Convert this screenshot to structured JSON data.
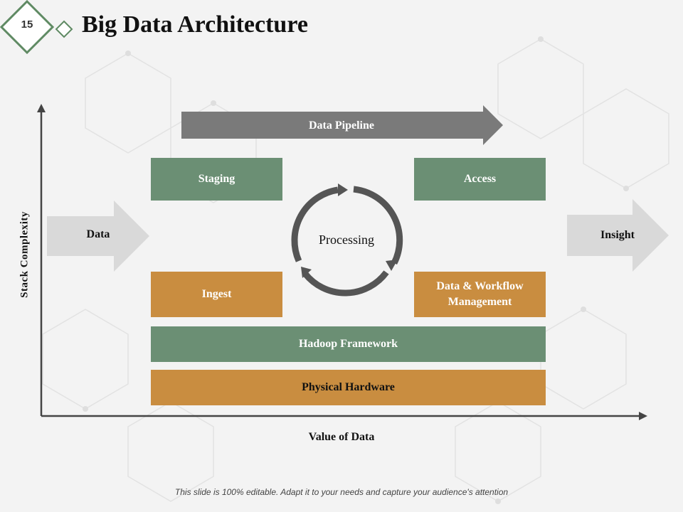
{
  "slide": {
    "number": "15",
    "title": "Big Data Architecture",
    "footer": "This slide is 100% editable. Adapt it to your needs and capture your audience's attention"
  },
  "diagram": {
    "pipeline_label": "Data Pipeline",
    "input_label": "Data",
    "output_label": "Insight",
    "staging_label": "Staging",
    "access_label": "Access",
    "ingest_label": "Ingest",
    "workflow_label": "Data & Workflow Management",
    "processing_label": "Processing",
    "hadoop_label": "Hadoop Framework",
    "hardware_label": "Physical Hardware",
    "y_axis_label": "Stack Complexity",
    "x_axis_label": "Value of Data"
  },
  "colors": {
    "green": "#6b8f74",
    "orange": "#c98d40",
    "pipeline_gray": "#7a7a7a",
    "side_arrow_gray": "#d9d9d9",
    "cycle_gray": "#555555"
  }
}
